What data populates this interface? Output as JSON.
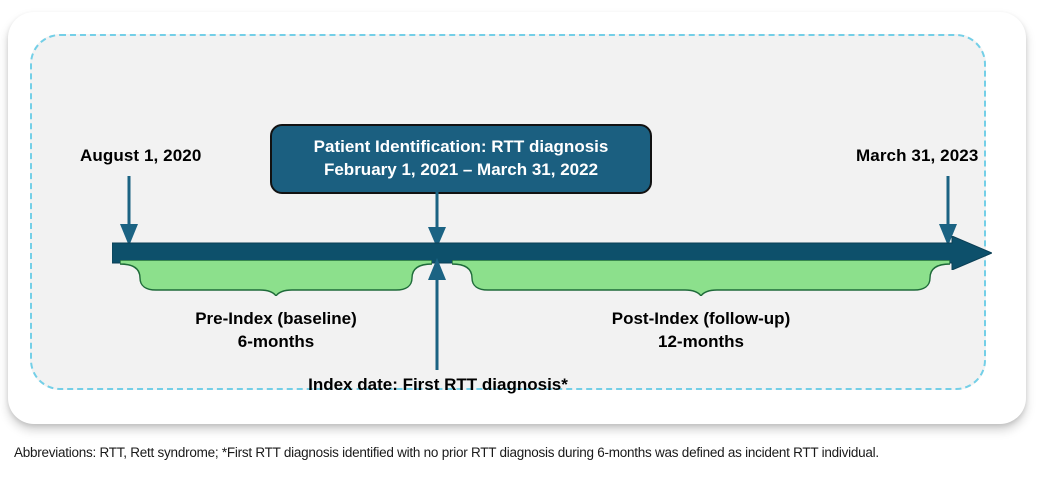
{
  "figure": {
    "type": "study-design-timeline",
    "panel_background": "#f2f2f2",
    "panel_border_color": "#74cfe7",
    "timeline_color": "#0d506b",
    "brace_color": "#8ce08c",
    "callout_color": "#1b5f80"
  },
  "timeline": {
    "start_date_label": "August 1, 2020",
    "end_date_label": "March 31, 2023",
    "index_date_label": "Index date: First RTT diagnosis*"
  },
  "callout": {
    "line1": "Patient Identification:  RTT diagnosis",
    "line2": "February 1, 2021 – March 31, 2022"
  },
  "periods": [
    {
      "id": "pre-index",
      "name_line1": "Pre-Index (baseline)",
      "name_line2": "6-months"
    },
    {
      "id": "post-index",
      "name_line1": "Post-Index (follow-up)",
      "name_line2": "12-months"
    }
  ],
  "footnote": {
    "text": "Abbreviations: RTT, Rett syndrome; *First RTT diagnosis identified with no prior RTT diagnosis during 6-months was defined as incident RTT individual."
  }
}
